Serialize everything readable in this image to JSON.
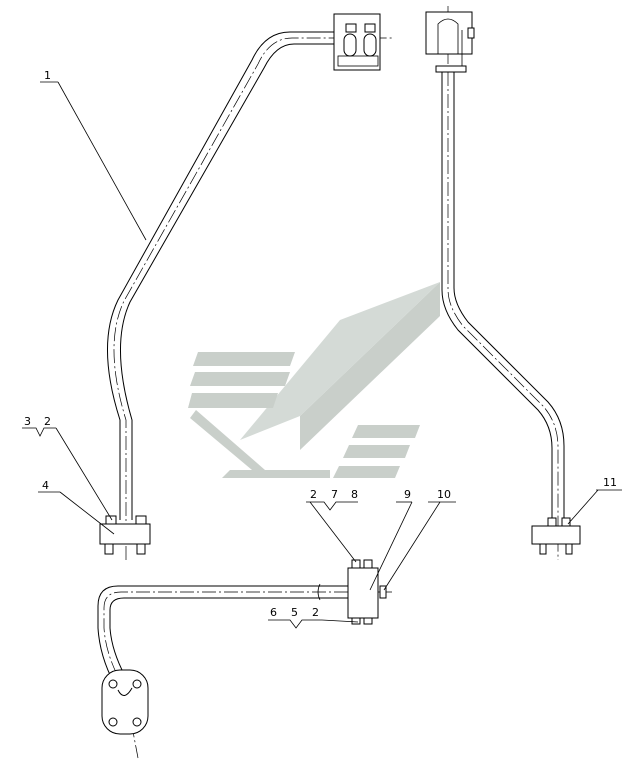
{
  "callouts": {
    "top_left_part": "1",
    "left_flange_a": "3",
    "left_flange_b": "2",
    "left_flange_body": "4",
    "mid_top_a": "2",
    "mid_top_b": "7",
    "mid_top_c": "8",
    "mid_right_a": "9",
    "mid_right_b": "10",
    "mid_bottom_a": "6",
    "mid_bottom_b": "5",
    "mid_bottom_c": "2",
    "right_bottom": "11"
  },
  "colors": {
    "line": "#000000",
    "watermark": "#c9cfca",
    "background": "#ffffff"
  }
}
